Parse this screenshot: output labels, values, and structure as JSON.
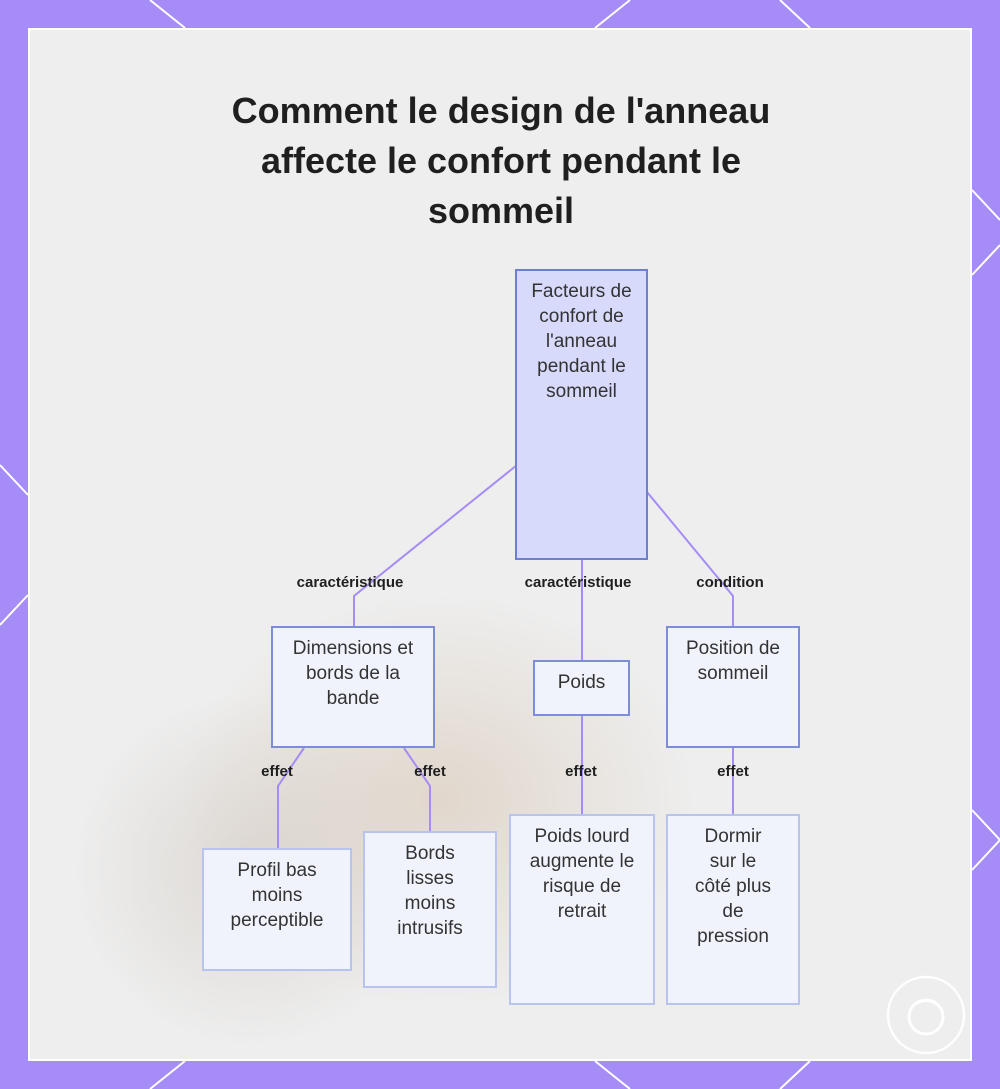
{
  "title": "Comment le design de l'anneau affecte le confort pendant le sommeil",
  "colors": {
    "frame": "#a68cf7",
    "panel": "#eeeeee",
    "edge": "#a68cf7",
    "root_fill": "#d7dafb",
    "node_border": "#7b8ed6",
    "node_fill": "#f1f3fc"
  },
  "diagram": {
    "root": "Facteurs de confort de l'anneau pendant le sommeil",
    "level1": [
      {
        "label": "Dimensions et bords de la bande",
        "edge_label": "caractéristique"
      },
      {
        "label": "Poids",
        "edge_label": "caractéristique"
      },
      {
        "label": "Position de sommeil",
        "edge_label": "condition"
      }
    ],
    "level2": [
      {
        "label": "Profil bas moins perceptible",
        "edge_label": "effet"
      },
      {
        "label": "Bords lisses moins intrusifs",
        "edge_label": "effet"
      },
      {
        "label": "Poids lourd augmente le risque de retrait",
        "edge_label": "effet"
      },
      {
        "label": "Dormir sur le côté plus de pression",
        "edge_label": "effet"
      }
    ]
  },
  "logo_icon": "ring-logo-icon"
}
